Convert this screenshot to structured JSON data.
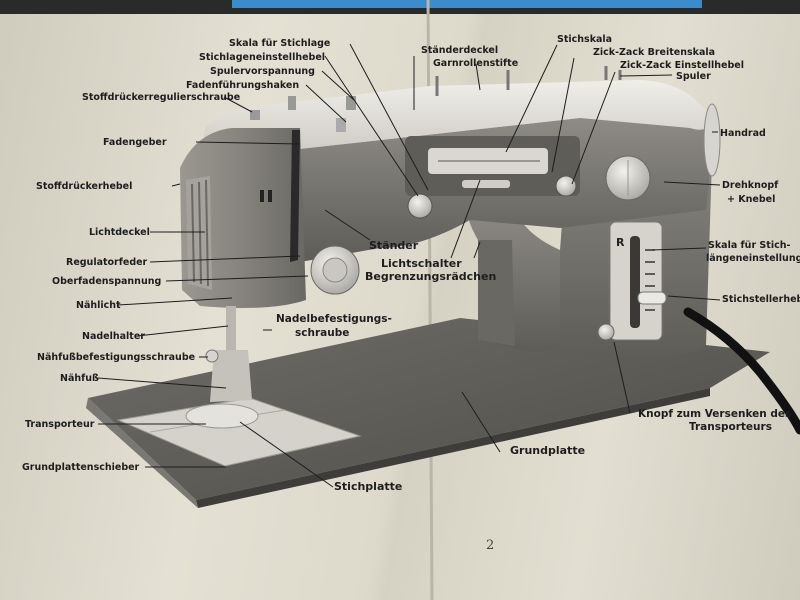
{
  "page_number": "2",
  "labels": {
    "skala_stichlage": "Skala für Stichlage",
    "stichlageneinstellhebel": "Stichlageneinstellhebel",
    "spulervorspannung": "Spulervorspannung",
    "fadenfuehrungshaken": "Fadenführungshaken",
    "stoffdrueckerregulierschraube": "Stoffdrückerregulierschraube",
    "fadengeber": "Fadengeber",
    "stoffdrueckerhebel": "Stoffdrückerhebel",
    "lichtdeckel": "Lichtdeckel",
    "regulatorfeder": "Regulatorfeder",
    "oberfadenspannung": "Oberfadenspannung",
    "naehlicht": "Nählicht",
    "nadelhalter": "Nadelhalter",
    "naehfussbefestigungsschraube": "Nähfußbefestigungsschraube",
    "naehfuss": "Nähfuß",
    "transporteur": "Transporteur",
    "grundplattenschieber": "Grundplattenschieber",
    "staenderdeckel": "Ständerdeckel",
    "garnrollenstifte": "Garnrollenstifte",
    "stichskala": "Stichskala",
    "zickzack_breitenskala": "Zick-Zack Breitenskala",
    "zickzack_einstellhebel": "Zick-Zack Einstellhebel",
    "spuler": "Spuler",
    "handrad": "Handrad",
    "drehknopf_line1": "Drehknopf",
    "drehknopf_line2": "+ Knebel",
    "skala_stichlaenge_line1": "Skala für Stich-",
    "skala_stichlaenge_line2": "längeneinstellung",
    "stichstellerhebel": "Stichstellerhebel",
    "staender": "Ständer",
    "lichtschalter": "Lichtschalter",
    "begrenzungsraedchen": "Begrenzungsrädchen",
    "nadelbefestigungsschraube_line1": "Nadelbefestigungs-",
    "nadelbefestigungsschraube_line2": "schraube",
    "knopf_versenken_line1": "Knopf zum Versenken des",
    "knopf_versenken_line2": "Transporteurs",
    "grundplatte": "Grundplatte",
    "stichplatte": "Stichplatte"
  },
  "dial_letter": "R"
}
